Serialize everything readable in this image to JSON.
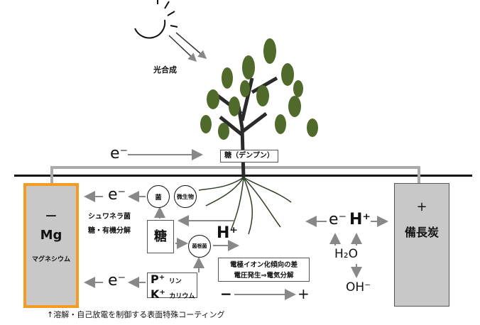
{
  "photosynthesis": "光合成",
  "sugar_starch": "糖（デンプン）",
  "electron": "e⁻",
  "negative_electrode": {
    "sign": "−",
    "symbol": "Mg",
    "name": "マグネシウム"
  },
  "positive_electrode": {
    "sign": "+",
    "name": "備長炭"
  },
  "bacteria": "菌",
  "microorganism": "微生物",
  "shewanella": "シュワネラ菌",
  "decomposition": "糖・有機分解",
  "sugar": "糖",
  "mycorrhiza": "菌根菌",
  "proton": "H⁺",
  "nutrients": {
    "p": "P⁺",
    "p_name": "リン",
    "k": "K⁺",
    "k_name": "カリウム"
  },
  "note_lines": [
    "電極イオン化傾向の差",
    "電圧発生⇒電気分解"
  ],
  "minus": "−",
  "plus": "+",
  "water": "H₂O",
  "hydroxide": "OH⁻",
  "caption": "↑溶解・自己放電を制御する表面特殊コーティング",
  "colors": {
    "accent": "#f59a23",
    "electrode": "#c8c8c8",
    "leaf": "#4f6a2a",
    "arrow": "#888888"
  }
}
